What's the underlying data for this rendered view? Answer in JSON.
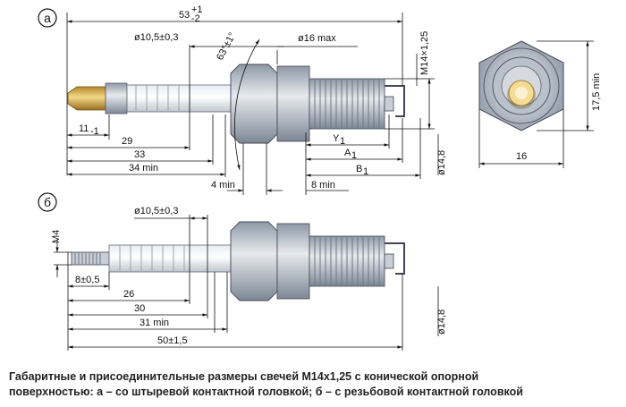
{
  "view_a": {
    "label": "а",
    "dims": {
      "overall_length_base": "53",
      "overall_length_tol_upper": "+1",
      "overall_length_tol_lower": "-2",
      "terminal_diameter": "ø10,5±0,3",
      "angle": "63°±1°",
      "shell_max_diameter": "ø16 max",
      "thread": "M14×1,25",
      "pin_length_base": "11",
      "pin_length_tol": "-1",
      "len_29": "29",
      "len_33": "33",
      "len_34min": "34 min",
      "y1": "Y",
      "y1_sub": "1",
      "a1": "A",
      "a1_sub": "1",
      "b1": "B",
      "b1_sub": "1",
      "seat_diameter": "ø14,8",
      "len_4min": "4 min",
      "len_8min": "8 min",
      "hex_size": "16",
      "hex_height": "17,5 min"
    }
  },
  "view_b": {
    "label": "б",
    "dims": {
      "stud_thread": "M4",
      "terminal_diameter": "ø10,5±0,3",
      "stud_length": "8±0,5",
      "len_26": "26",
      "len_30": "30",
      "len_31min": "31 min",
      "total_length": "50±1,5",
      "seat_diameter": "ø14,8"
    }
  },
  "caption": {
    "line1": "Габаритные и присоединительные размеры свечей M14x1,25 с конической опорной",
    "line2_a": "поверхностью: а – со штыревой контактной головкой; б – с резьбовой контактной головкой"
  }
}
